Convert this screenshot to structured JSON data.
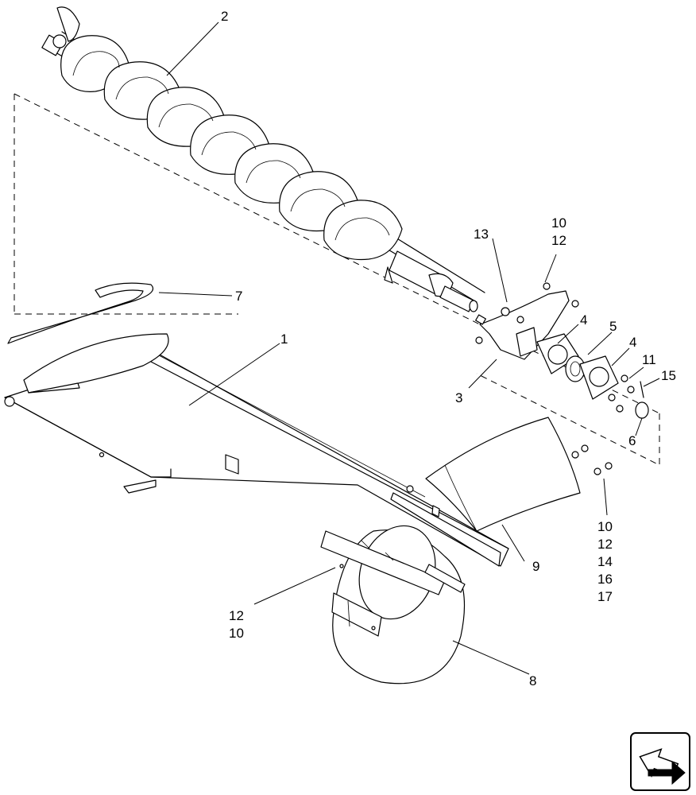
{
  "callouts": {
    "c1": "1",
    "c2": "2",
    "c3": "3",
    "c4a": "4",
    "c4b": "4",
    "c5": "5",
    "c6": "6",
    "c7": "7",
    "c8": "8",
    "c9": "9",
    "c10_12_top": [
      "10",
      "12"
    ],
    "c13": "13",
    "c11": "11",
    "c15": "15",
    "c_bottom_right": [
      "10",
      "12",
      "14",
      "16",
      "17"
    ],
    "c12_10": [
      "12",
      "10"
    ]
  },
  "nav_icon": "next-page-arrow-icon"
}
